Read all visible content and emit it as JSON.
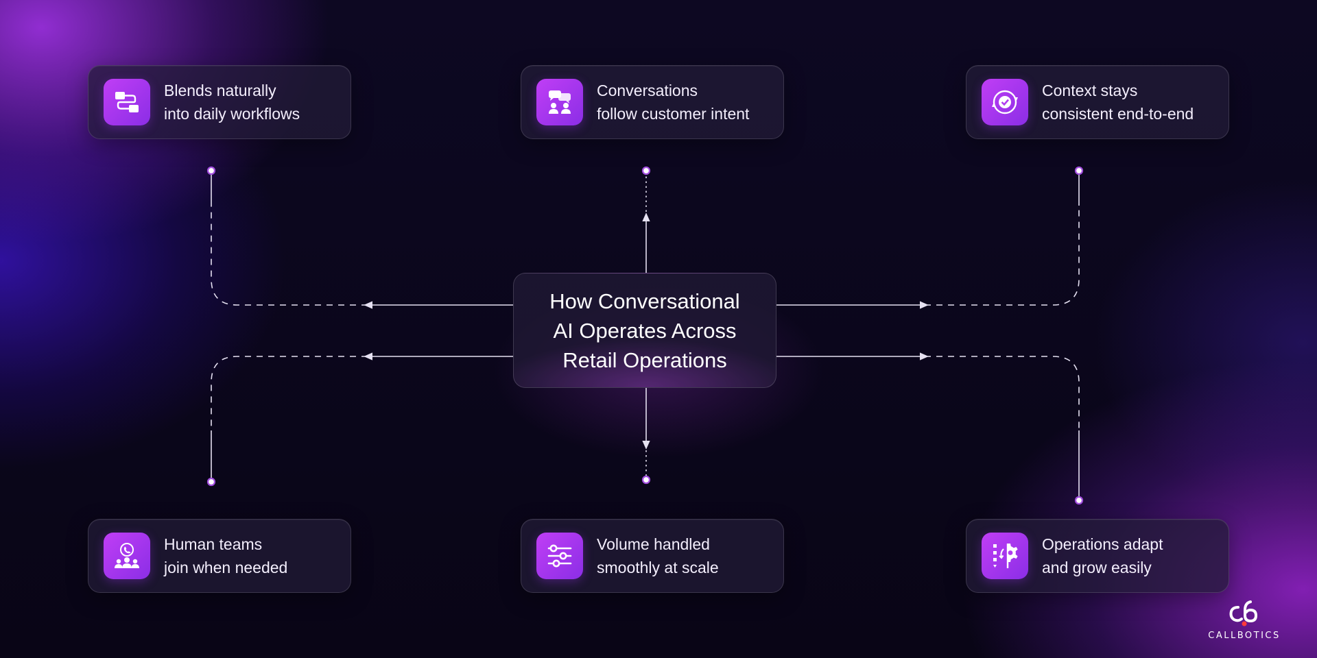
{
  "diagram": {
    "center": {
      "lines": [
        "How Conversational",
        "AI Operates Across",
        "Retail Operations"
      ]
    },
    "cards": [
      {
        "id": "tl",
        "icon": "workflow-icon",
        "lines": [
          "Blends naturally",
          "into daily workflows"
        ]
      },
      {
        "id": "tc",
        "icon": "conversation-users-icon",
        "lines": [
          "Conversations",
          "follow customer intent"
        ]
      },
      {
        "id": "tr",
        "icon": "cycle-check-icon",
        "lines": [
          "Context stays",
          "consistent end-to-end"
        ]
      },
      {
        "id": "bl",
        "icon": "team-phone-icon",
        "lines": [
          "Human teams",
          "join when needed"
        ]
      },
      {
        "id": "bc",
        "icon": "sliders-icon",
        "lines": [
          "Volume handled",
          "smoothly at scale"
        ]
      },
      {
        "id": "br",
        "icon": "gear-process-icon",
        "lines": [
          "Operations adapt",
          "and grow easily"
        ]
      }
    ]
  },
  "brand": {
    "name": "CALLBOTICS",
    "logo_icon": "callbotics-logo-icon"
  },
  "colors": {
    "accent": "#b13cf0",
    "accent_dark": "#8b2ee6",
    "connector": "#e6e1f2",
    "text": "#f3eefc"
  }
}
